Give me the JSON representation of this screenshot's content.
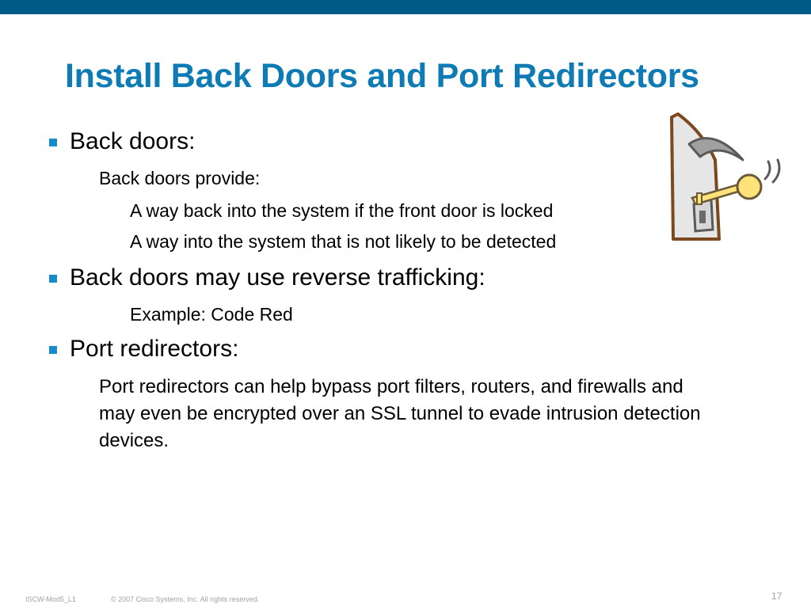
{
  "slide": {
    "title": "Install Back Doors and Port Redirectors",
    "items": [
      {
        "level": 1,
        "text": "Back doors:"
      },
      {
        "level": 2,
        "text": "Back doors provide:"
      },
      {
        "level": 3,
        "text": "A way back into the system if the front door is locked"
      },
      {
        "level": 3,
        "text": "A way into the system that is not likely to be detected"
      },
      {
        "level": 1,
        "text": "Back doors may use reverse trafficking:"
      },
      {
        "level": 3,
        "text": "Example: Code Red"
      },
      {
        "level": 1,
        "text": "Port redirectors:"
      },
      {
        "level": 2,
        "text": "Port redirectors can help bypass port filters, routers, and firewalls and may even be encrypted over an SSL tunnel to evade intrusion detection devices."
      }
    ],
    "clipart_icon": "door-with-key-icon"
  },
  "footer": {
    "course_code": "ISCW-Mod5_L1",
    "copyright": "© 2007 Cisco Systems, Inc. All rights reserved.",
    "page_number": "17"
  },
  "colors": {
    "top_bar": "#005a86",
    "title": "#0f7bb5",
    "bullet": "#1a8ac9"
  }
}
